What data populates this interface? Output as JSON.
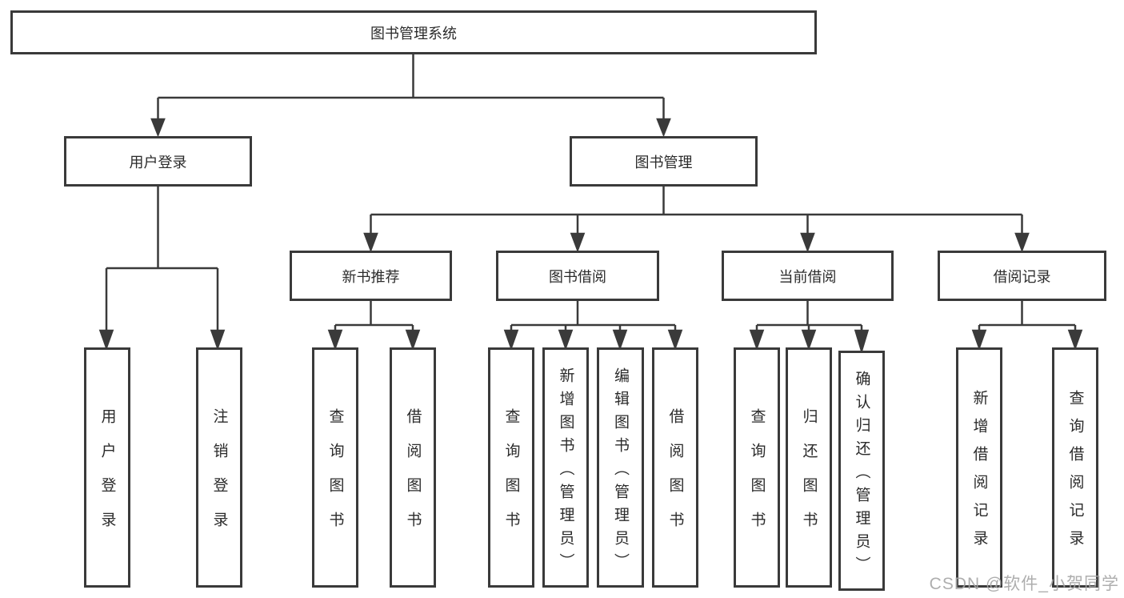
{
  "tree": {
    "label": "图书管理系统",
    "children": [
      {
        "label": "用户登录",
        "children": [
          {
            "label": "用户登录"
          },
          {
            "label": "注销登录"
          }
        ]
      },
      {
        "label": "图书管理",
        "children": [
          {
            "label": "新书推荐",
            "children": [
              {
                "label": "查询图书"
              },
              {
                "label": "借阅图书"
              }
            ]
          },
          {
            "label": "图书借阅",
            "children": [
              {
                "label": "查询图书"
              },
              {
                "label": "新增图书（管理员）"
              },
              {
                "label": "编辑图书（管理员）"
              },
              {
                "label": "借阅图书"
              }
            ]
          },
          {
            "label": "当前借阅",
            "children": [
              {
                "label": "查询图书"
              },
              {
                "label": "归还图书"
              },
              {
                "label": "确认归还（管理员）"
              }
            ]
          },
          {
            "label": "借阅记录",
            "children": [
              {
                "label": "新增借阅记录"
              },
              {
                "label": "查询借阅记录"
              }
            ]
          }
        ]
      }
    ]
  },
  "watermark": {
    "text": "CSDN @软件_小贺同学"
  },
  "colors": {
    "line": "#3a3a3a",
    "border": "#3a3a3a",
    "text": "#2b2b2b",
    "background": "#ffffff",
    "watermark": "#a5a5a5"
  }
}
